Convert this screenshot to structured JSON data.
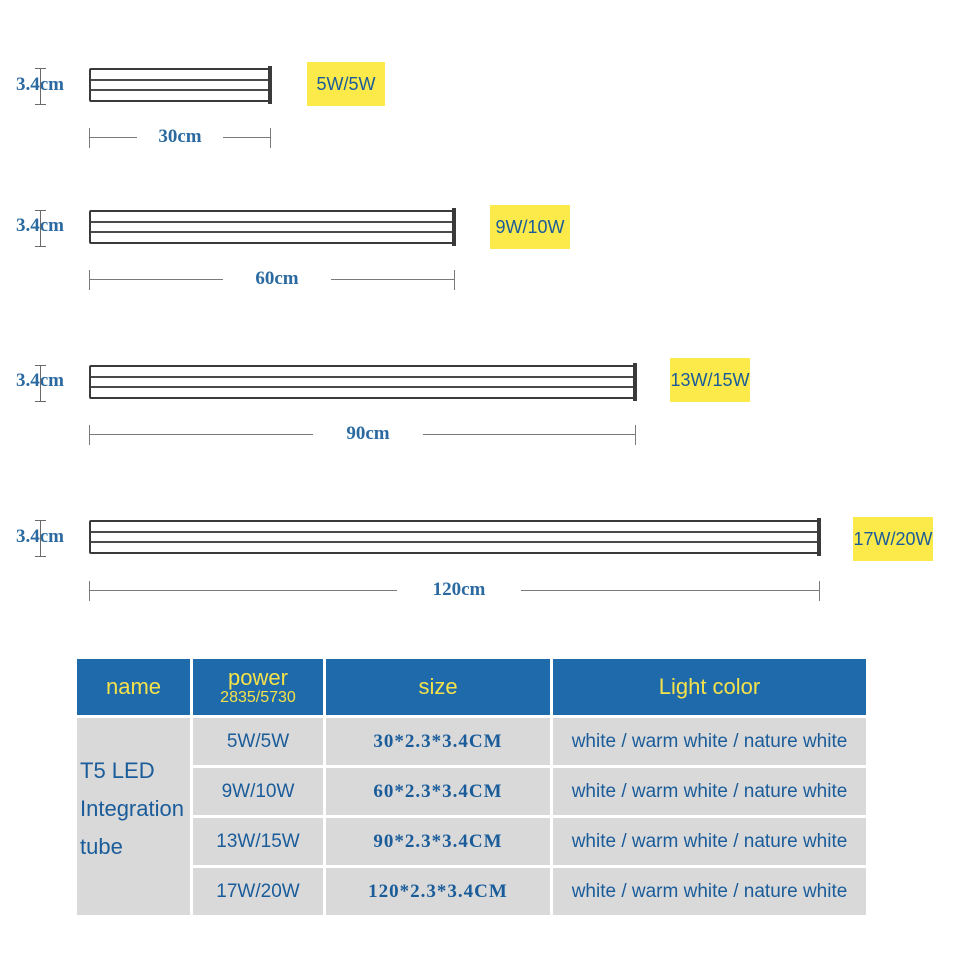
{
  "lamps": [
    {
      "height_label": "3.4cm",
      "length_label": "30cm",
      "power": "5W/5W"
    },
    {
      "height_label": "3.4cm",
      "length_label": "60cm",
      "power": "9W/10W"
    },
    {
      "height_label": "3.4cm",
      "length_label": "90cm",
      "power": "13W/15W"
    },
    {
      "height_label": "3.4cm",
      "length_label": "120cm",
      "power": "17W/20W"
    }
  ],
  "table": {
    "headers": {
      "name": "name",
      "power_main": "power",
      "power_sub": "2835/5730",
      "size": "size",
      "light_color": "Light color"
    },
    "product_name_lines": [
      "T5 LED",
      "Integration",
      "tube"
    ],
    "rows": [
      {
        "power": "5W/5W",
        "size": "30*2.3*3.4CM",
        "light_color": "white / warm white / nature white"
      },
      {
        "power": "9W/10W",
        "size": "60*2.3*3.4CM",
        "light_color": "white / warm white / nature white"
      },
      {
        "power": "13W/15W",
        "size": "90*2.3*3.4CM",
        "light_color": "white / warm white / nature white"
      },
      {
        "power": "17W/20W",
        "size": "120*2.3*3.4CM",
        "light_color": "white / warm white / nature white"
      }
    ]
  },
  "colors": {
    "header_bg": "#1f6aab",
    "header_text": "#f5e24a",
    "cell_bg": "#d9d9d9",
    "text_blue": "#1a5c9a",
    "badge_bg": "#fce94a"
  }
}
